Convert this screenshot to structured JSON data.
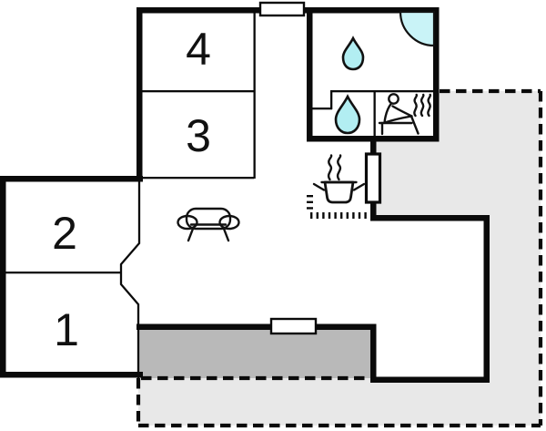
{
  "floor_plan": {
    "room_labels": [
      {
        "label": "4"
      },
      {
        "label": "3"
      },
      {
        "label": "2"
      },
      {
        "label": "1"
      }
    ],
    "icons": [
      "corner-shower-icon",
      "water-drop-icon",
      "water-drop-icon",
      "sauna-person-icon",
      "heat-waves-icon",
      "stove-pot-icon",
      "steam-waves-icon",
      "sofa-icon",
      "window-marker",
      "window-marker",
      "chimney-marker"
    ],
    "colors": {
      "wall": "#0a0a0a",
      "terrace": "#e8e8e8",
      "porch": "#b9b9b9",
      "water": "#b2eef2",
      "shower": "#c9f3f7",
      "icon": "#111111"
    }
  }
}
